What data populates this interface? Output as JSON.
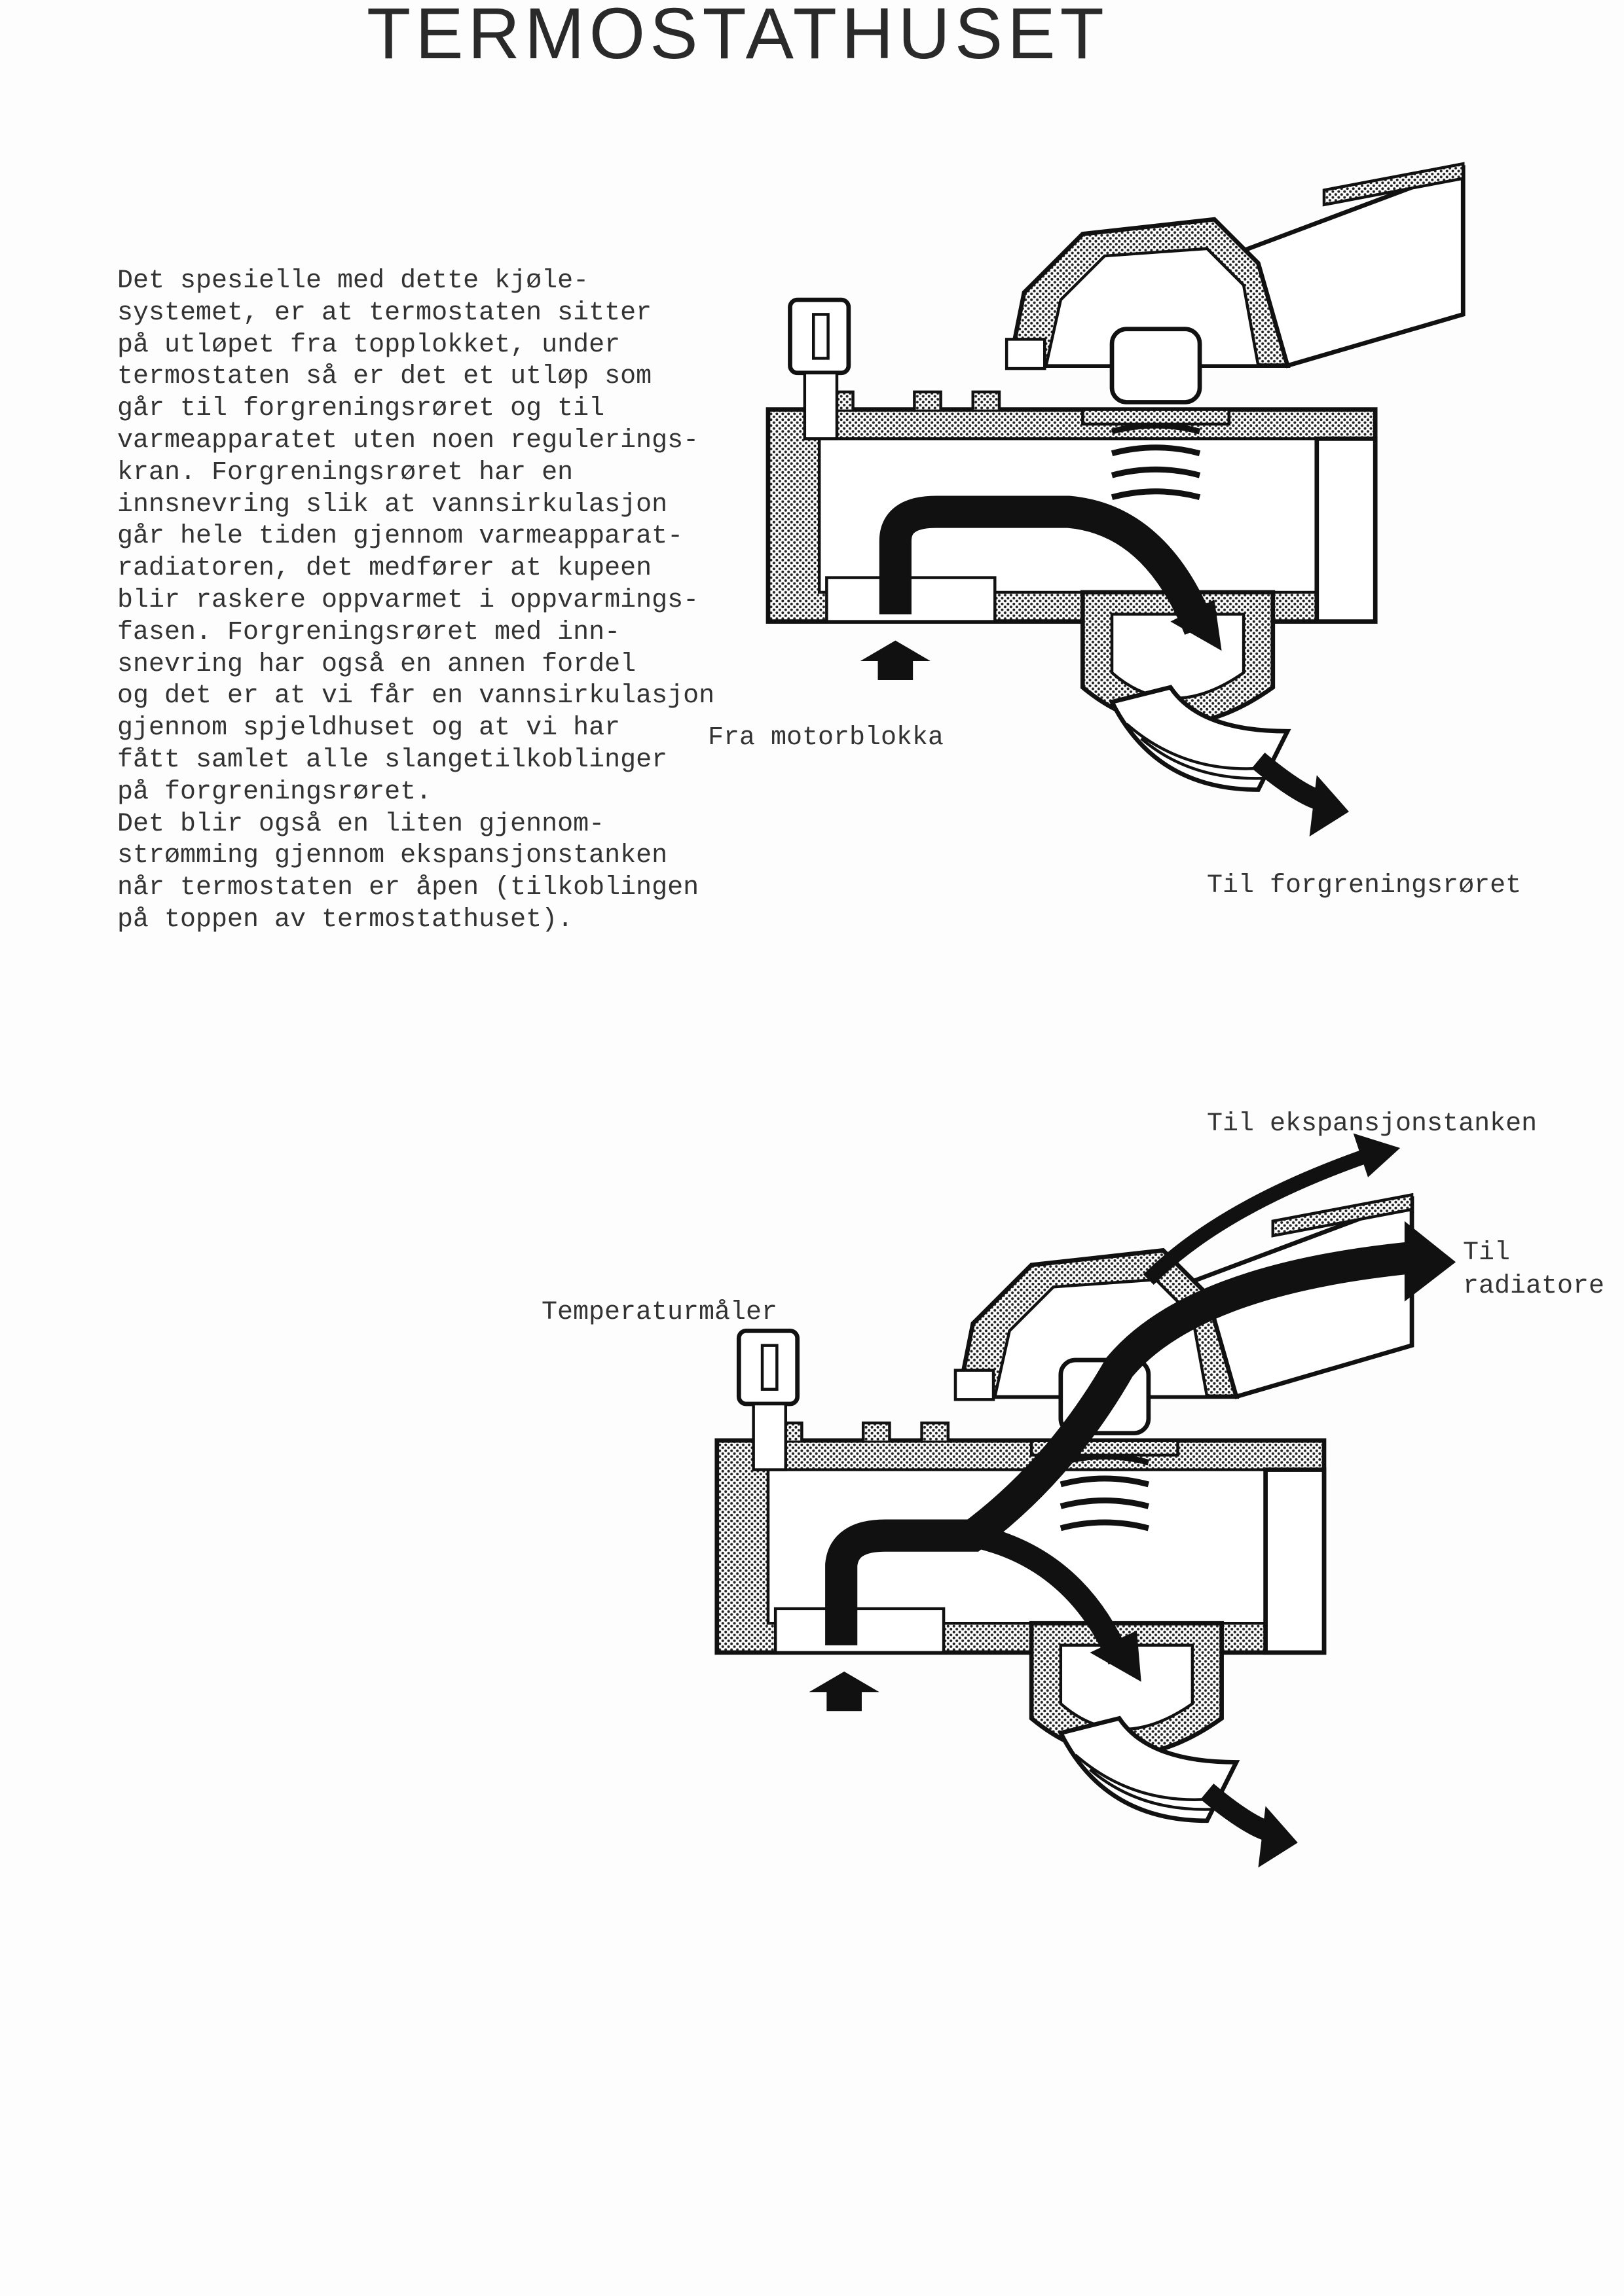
{
  "title": "TERMOSTATHUSET",
  "body_lines": [
    "Det spesielle med dette kjøle-",
    "systemet, er at termostaten sitter",
    "på utløpet fra topplokket, under",
    "termostaten så er det et utløp som",
    "går til forgreningsrøret og til",
    "varmeapparatet uten noen regulerings-",
    "kran. Forgreningsrøret har en",
    "innsnevring slik at vannsirkulasjon",
    "går hele tiden gjennom varmeapparat-",
    "radiatoren, det medfører at kupeen",
    "blir raskere oppvarmet i oppvarmings-",
    "fasen. Forgreningsrøret med inn-",
    "snevring har også en annen fordel",
    "og det er at vi får en vannsirkulasjon",
    "gjennom spjeldhuset og at vi har",
    "fått samlet alle slangetilkoblinger",
    "på forgreningsrøret.",
    "Det blir også en liten gjennom-",
    "strømming gjennom ekspansjonstanken",
    "når termostaten er åpen (tilkoblingen",
    "på toppen av termostathuset)."
  ],
  "diagram1": {
    "label_inlet": "Fra motorblokka",
    "label_outlet": "Til forgreningsrøret"
  },
  "diagram2": {
    "label_expansion": "Til ekspansjonstanken",
    "label_radiator_1": "Til",
    "label_radiator_2": "radiatore",
    "label_sensor": "Temperaturmåler"
  }
}
